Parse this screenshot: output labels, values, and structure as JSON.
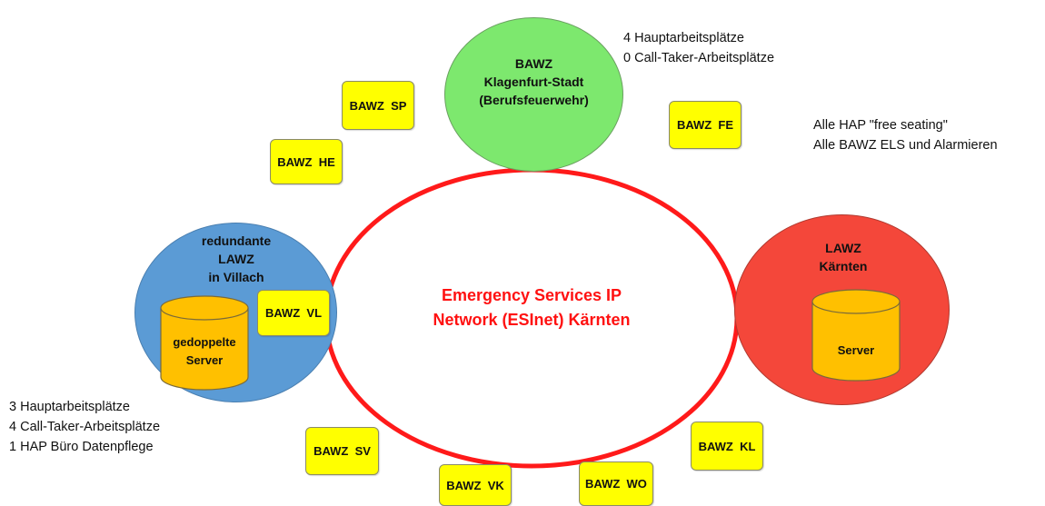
{
  "colors": {
    "center_ring": "#ff1a1a",
    "top_node": "#7de86e",
    "left_node": "#5b9bd5",
    "right_node": "#f4473a",
    "bawz_box": "#ffff00",
    "server_cylinder": "#ffc000"
  },
  "esinet": {
    "line1": "Emergency Services IP",
    "line2": "Network (ESInet) Kärnten"
  },
  "top_node": {
    "line1": "BAWZ",
    "line2": "Klagenfurt-Stadt",
    "line3": "(Berufsfeuerwehr)"
  },
  "top_node_notes": {
    "line1": "4 Hauptarbeitsplätze",
    "line2": "0 Call-Taker-Arbeitsplätze"
  },
  "right_notes": {
    "line1": "Alle HAP \"free seating\"",
    "line2": "Alle BAWZ ELS und Alarmieren"
  },
  "left_node": {
    "line1": "redundante",
    "line2": "LAWZ",
    "line3": "in Villach",
    "server_line1": "gedoppelte",
    "server_line2": "Server"
  },
  "left_notes": {
    "line1": "3 Hauptarbeitsplätze",
    "line2": "4 Call-Taker-Arbeitsplätze",
    "line3": "1 HAP Büro Datenpflege"
  },
  "right_node": {
    "line1": "LAWZ",
    "line2": "Kärnten",
    "server_label": "Server"
  },
  "bawz": {
    "sp": "BAWZ  SP",
    "he": "BAWZ  HE",
    "fe": "BAWZ  FE",
    "vl": "BAWZ  VL",
    "sv": "BAWZ  SV",
    "vk": "BAWZ  VK",
    "wo": "BAWZ  WO",
    "kl": "BAWZ  KL"
  }
}
